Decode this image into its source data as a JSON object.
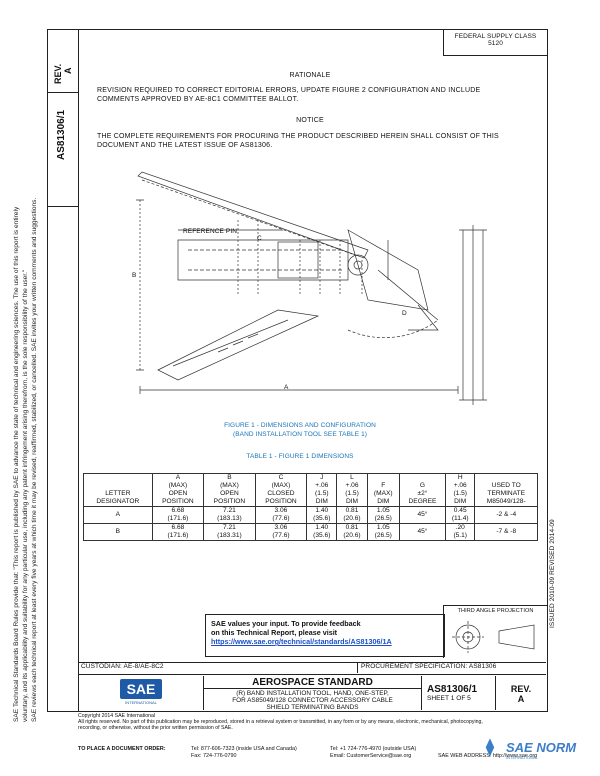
{
  "side_note": {
    "line1": "SAE Technical Standards Board Rules provide that: \"This report is published by SAE to advance the state of technical and engineering sciences. The use of this report is entirely",
    "line2": "voluntary, and its applicability and suitability for any particular use, including any patent infringement arising therefrom, is the sole responsibility of the user.\"",
    "line3": "SAE reviews each technical report at least every five years at which time it may be revised, reaffirmed, stabilized, or cancelled. SAE invites your written comments and suggestions."
  },
  "header": {
    "rev_label": "REV.",
    "rev_value": "A",
    "doc_number": "AS81306/1",
    "fsc_label": "FEDERAL SUPPLY CLASS",
    "fsc_value": "5120"
  },
  "rationale": {
    "title": "RATIONALE",
    "text1": "REVISION REQUIRED TO CORRECT EDITORIAL ERRORS, UPDATE FIGURE 2 CONFIGURATION AND INCLUDE",
    "text2": "COMMENTS APPROVED BY AE-8C1 COMMITTEE BALLOT."
  },
  "notice": {
    "title": "NOTICE",
    "text1": "THE COMPLETE REQUIREMENTS FOR PROCURING THE PRODUCT DESCRIBED HEREIN SHALL CONSIST OF THIS",
    "text2": "DOCUMENT AND THE LATEST ISSUE OF AS81306."
  },
  "figure": {
    "ref_label": "REFERENCE PIN",
    "dim_a": "A",
    "dim_b": "B",
    "dim_c": "C",
    "dim_d": "D",
    "caption1": "FIGURE 1 - DIMENSIONS AND CONFIGURATION",
    "caption2": "(BAND INSTALLATION TOOL SEE TABLE 1)",
    "table_caption": "TABLE 1 - FIGURE 1 DIMENSIONS"
  },
  "table": {
    "headers": [
      [
        "",
        "A",
        "B",
        "C",
        "J",
        "L",
        "F",
        "G",
        "H",
        ""
      ],
      [
        "",
        "(MAX)",
        "(MAX)",
        "(MAX)",
        "+.06",
        "+.06",
        "",
        "",
        "+.06",
        ""
      ],
      [
        "",
        "OPEN",
        "OPEN",
        "CLOSED",
        "(1.5)",
        "(1.5)",
        "(MAX)",
        "±2°",
        "(1.5)",
        "USED TO"
      ],
      [
        "LETTER",
        "POSITION",
        "POSITION",
        "POSITION",
        "DIM",
        "DIM",
        "DIM",
        "DEGREE",
        "DIM",
        "TERMINATE"
      ],
      [
        "DESIGNATOR",
        "",
        "",
        "",
        "",
        "",
        "",
        "",
        "",
        "M85049/128-"
      ]
    ],
    "rows": [
      {
        "letter": "A",
        "a": [
          "6.68",
          "(171.6)"
        ],
        "b": [
          "7.21",
          "(183.13)"
        ],
        "c": [
          "3.06",
          "(77.6)"
        ],
        "j": [
          "1.40",
          "(35.6)"
        ],
        "l": [
          "0.81",
          "(20.6)"
        ],
        "f": [
          "1.05",
          "(26.5)"
        ],
        "g": "45°",
        "h": [
          "0.45",
          "(11.4)"
        ],
        "used": "-2 & -4"
      },
      {
        "letter": "B",
        "a": [
          "6.68",
          "(171.6)"
        ],
        "b": [
          "7.21",
          "(183.31)"
        ],
        "c": [
          "3.06",
          "(77.6)"
        ],
        "j": [
          "1.40",
          "(35.6)"
        ],
        "l": [
          "0.81",
          "(20.6)"
        ],
        "f": [
          "1.05",
          "(26.5)"
        ],
        "g": "45°",
        "h": [
          ".20",
          "(5.1)"
        ],
        "used": "-7 & -8"
      }
    ]
  },
  "right_margin": "ISSUED 2010-09  REVISED 2014-09",
  "projection_label": "THIRD ANGLE PROJECTION",
  "feedback": {
    "line1": "SAE values your input. To provide feedback",
    "line2": "on this Technical Report, please visit",
    "url": "https://www.sae.org/technical/standards/AS81306/1A"
  },
  "custodian": "CUSTODIAN: AE-8/AE-8C2",
  "procurement": "PROCUREMENT SPECIFICATION: AS81306",
  "title_block": {
    "standard": "AEROSPACE STANDARD",
    "title1": "(R) BAND INSTALLATION TOOL, HAND, ONE-STEP,",
    "title2": "FOR AS85049/128 CONNECTOR ACCESSORY CABLE",
    "title3": "SHIELD TERMINATING BANDS",
    "doc": "AS81306/1",
    "sheet": "SHEET 1 OF 5",
    "rev_label": "REV.",
    "rev": "A",
    "logo": "SAE",
    "logo_sub": "INTERNATIONAL"
  },
  "footer": {
    "copyright": "Copyright 2014 SAE International",
    "rights1": "All rights reserved. No part of this publication may be reproduced, stored in a retrieval system or transmitted, in any form or by any means, electronic, mechanical, photocopying,",
    "rights2": "recording, or otherwise, without the prior written permission of SAE.",
    "order": "TO PLACE A DOCUMENT ORDER:",
    "tel1": "Tel: 877-606-7323 (inside USA and Canada)",
    "tel2": "Tel: +1 724-776-4970 (outside USA)",
    "fax": "Fax: 724-776-0790",
    "email": "Email: CustomerService@sae.org",
    "web": "SAE WEB ADDRESS: http://www.sae.org"
  },
  "watermark": "SAE NORM",
  "watermark_sub": "INTERNATIONAL"
}
